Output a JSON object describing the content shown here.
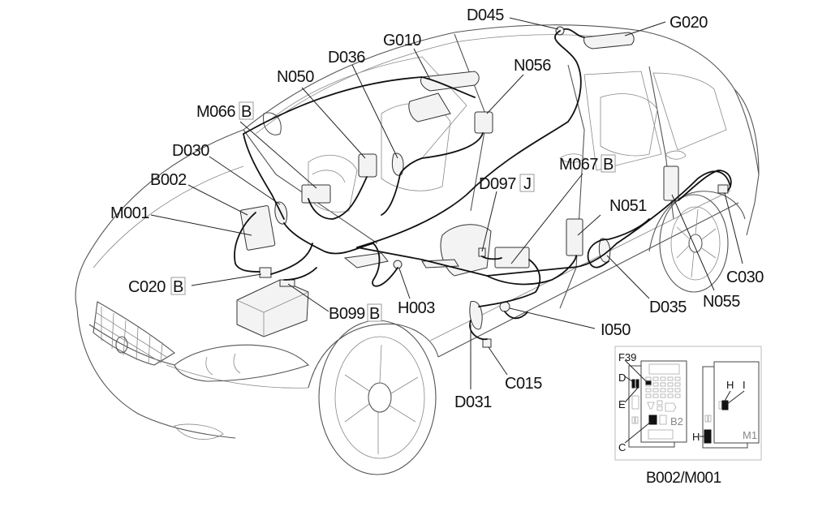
{
  "diagram": {
    "subject": "Vehicle wiring harness component location",
    "labels": [
      {
        "id": "D045",
        "code": "D045",
        "suffix": ""
      },
      {
        "id": "G020",
        "code": "G020",
        "suffix": ""
      },
      {
        "id": "G010",
        "code": "G010",
        "suffix": ""
      },
      {
        "id": "D036",
        "code": "D036",
        "suffix": ""
      },
      {
        "id": "N056",
        "code": "N056",
        "suffix": ""
      },
      {
        "id": "N050",
        "code": "N050",
        "suffix": ""
      },
      {
        "id": "M066",
        "code": "M066",
        "suffix": "B"
      },
      {
        "id": "D030",
        "code": "D030",
        "suffix": ""
      },
      {
        "id": "B002",
        "code": "B002",
        "suffix": ""
      },
      {
        "id": "M001",
        "code": "M001",
        "suffix": ""
      },
      {
        "id": "D097",
        "code": "D097",
        "suffix": "J"
      },
      {
        "id": "M067",
        "code": "M067",
        "suffix": "B"
      },
      {
        "id": "N051",
        "code": "N051",
        "suffix": ""
      },
      {
        "id": "C020",
        "code": "C020",
        "suffix": "B"
      },
      {
        "id": "B099",
        "code": "B099",
        "suffix": "B"
      },
      {
        "id": "H003",
        "code": "H003",
        "suffix": ""
      },
      {
        "id": "I050",
        "code": "I050",
        "suffix": ""
      },
      {
        "id": "D035",
        "code": "D035",
        "suffix": ""
      },
      {
        "id": "N055",
        "code": "N055",
        "suffix": ""
      },
      {
        "id": "C030",
        "code": "C030",
        "suffix": ""
      },
      {
        "id": "C015",
        "code": "C015",
        "suffix": ""
      },
      {
        "id": "D031",
        "code": "D031",
        "suffix": ""
      }
    ],
    "inset": {
      "caption": "B002/M001",
      "left_panel": {
        "name": "B2",
        "callouts": [
          "F39",
          "D",
          "E",
          "C"
        ]
      },
      "right_panel": {
        "name": "M1",
        "callouts": [
          "H",
          "I",
          "H"
        ]
      }
    }
  }
}
